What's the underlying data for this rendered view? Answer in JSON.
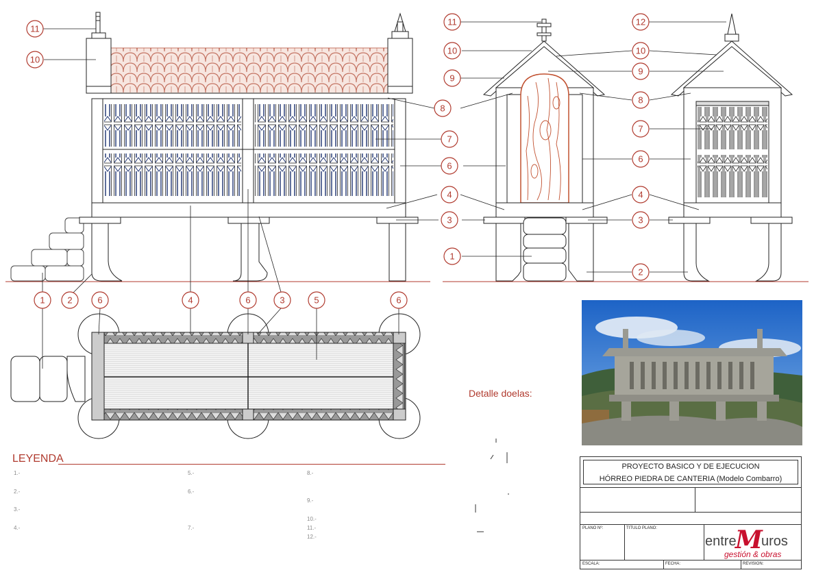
{
  "title_block": {
    "line1": "PROYECTO BASICO Y  DE EJECUCION",
    "line2": "HÓRREO PIEDRA DE CANTERIA (Modelo Combarro)",
    "plano_label": "PLANO Nº:",
    "titulo_label": "TITULO PLANO:",
    "escala_label": "ESCALA:",
    "fecha_label": "FECHA:",
    "revision_label": "REVISION:"
  },
  "logo": {
    "part1": "entre",
    "part2": "M",
    "part3": "uros",
    "tagline": "gestión & obras",
    "accent_color": "#c8102e"
  },
  "legend": {
    "title": "LEYENDA",
    "items": [
      "1.-",
      "2.-",
      "3.-",
      "4.-",
      "5.-",
      "6.-",
      "7.-",
      "8.-",
      "9.-",
      "10.-",
      "11.-",
      "12.-"
    ]
  },
  "detail_caption": "Detalle doelas:",
  "callouts": {
    "front": [
      "11",
      "10",
      "8",
      "7",
      "6",
      "4",
      "3"
    ],
    "side_left": [
      "11",
      "10",
      "9",
      "8",
      "6",
      "4",
      "3",
      "1",
      "2"
    ],
    "side_right": [
      "12",
      "10",
      "9",
      "8",
      "7",
      "6",
      "4",
      "3",
      "2"
    ],
    "bottom_row": [
      "1",
      "2",
      "6",
      "4",
      "6",
      "3",
      "5",
      "6"
    ]
  },
  "colors": {
    "callout": "#b03a2e",
    "roof_tile": "#c47463",
    "slat_dark": "#1a2f6e",
    "wood_door": "#c1502f"
  }
}
